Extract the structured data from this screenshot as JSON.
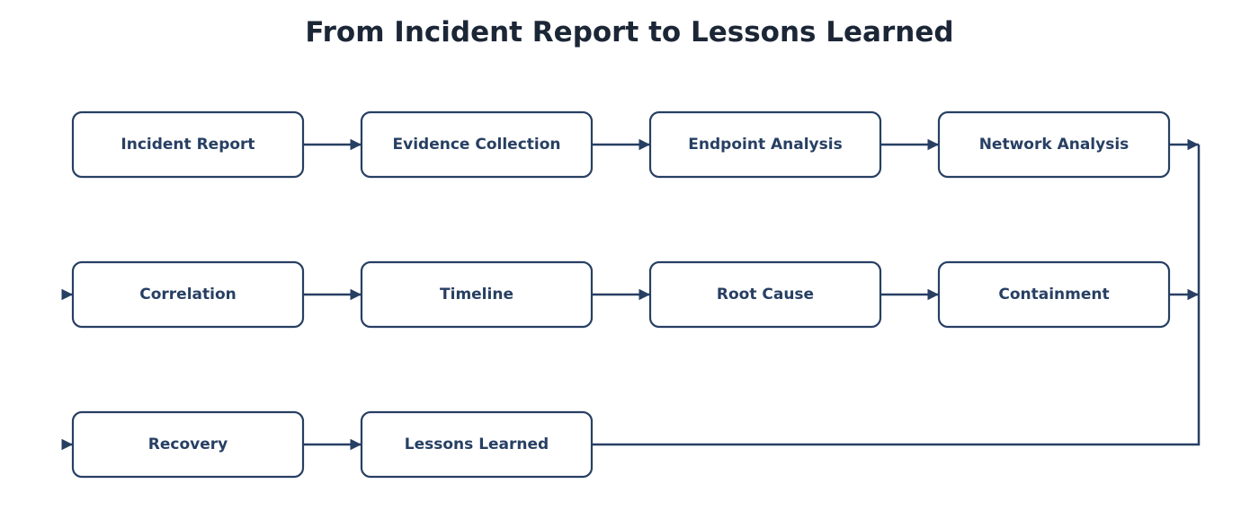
{
  "title": "From Incident Report to Lessons Learned",
  "colors": {
    "stroke": "#273f63",
    "title": "#1b2636",
    "background": "#ffffff"
  },
  "nodes": [
    {
      "id": "incident-report",
      "label": "Incident Report"
    },
    {
      "id": "evidence-collection",
      "label": "Evidence Collection"
    },
    {
      "id": "endpoint-analysis",
      "label": "Endpoint Analysis"
    },
    {
      "id": "network-analysis",
      "label": "Network Analysis"
    },
    {
      "id": "correlation",
      "label": "Correlation"
    },
    {
      "id": "timeline",
      "label": "Timeline"
    },
    {
      "id": "root-cause",
      "label": "Root Cause"
    },
    {
      "id": "containment",
      "label": "Containment"
    },
    {
      "id": "recovery",
      "label": "Recovery"
    },
    {
      "id": "lessons-learned",
      "label": "Lessons Learned"
    }
  ],
  "edges": [
    [
      "incident-report",
      "evidence-collection"
    ],
    [
      "evidence-collection",
      "endpoint-analysis"
    ],
    [
      "endpoint-analysis",
      "network-analysis"
    ],
    [
      "network-analysis",
      "correlation"
    ],
    [
      "correlation",
      "timeline"
    ],
    [
      "timeline",
      "root-cause"
    ],
    [
      "root-cause",
      "containment"
    ],
    [
      "containment",
      "recovery"
    ],
    [
      "recovery",
      "lessons-learned"
    ]
  ]
}
